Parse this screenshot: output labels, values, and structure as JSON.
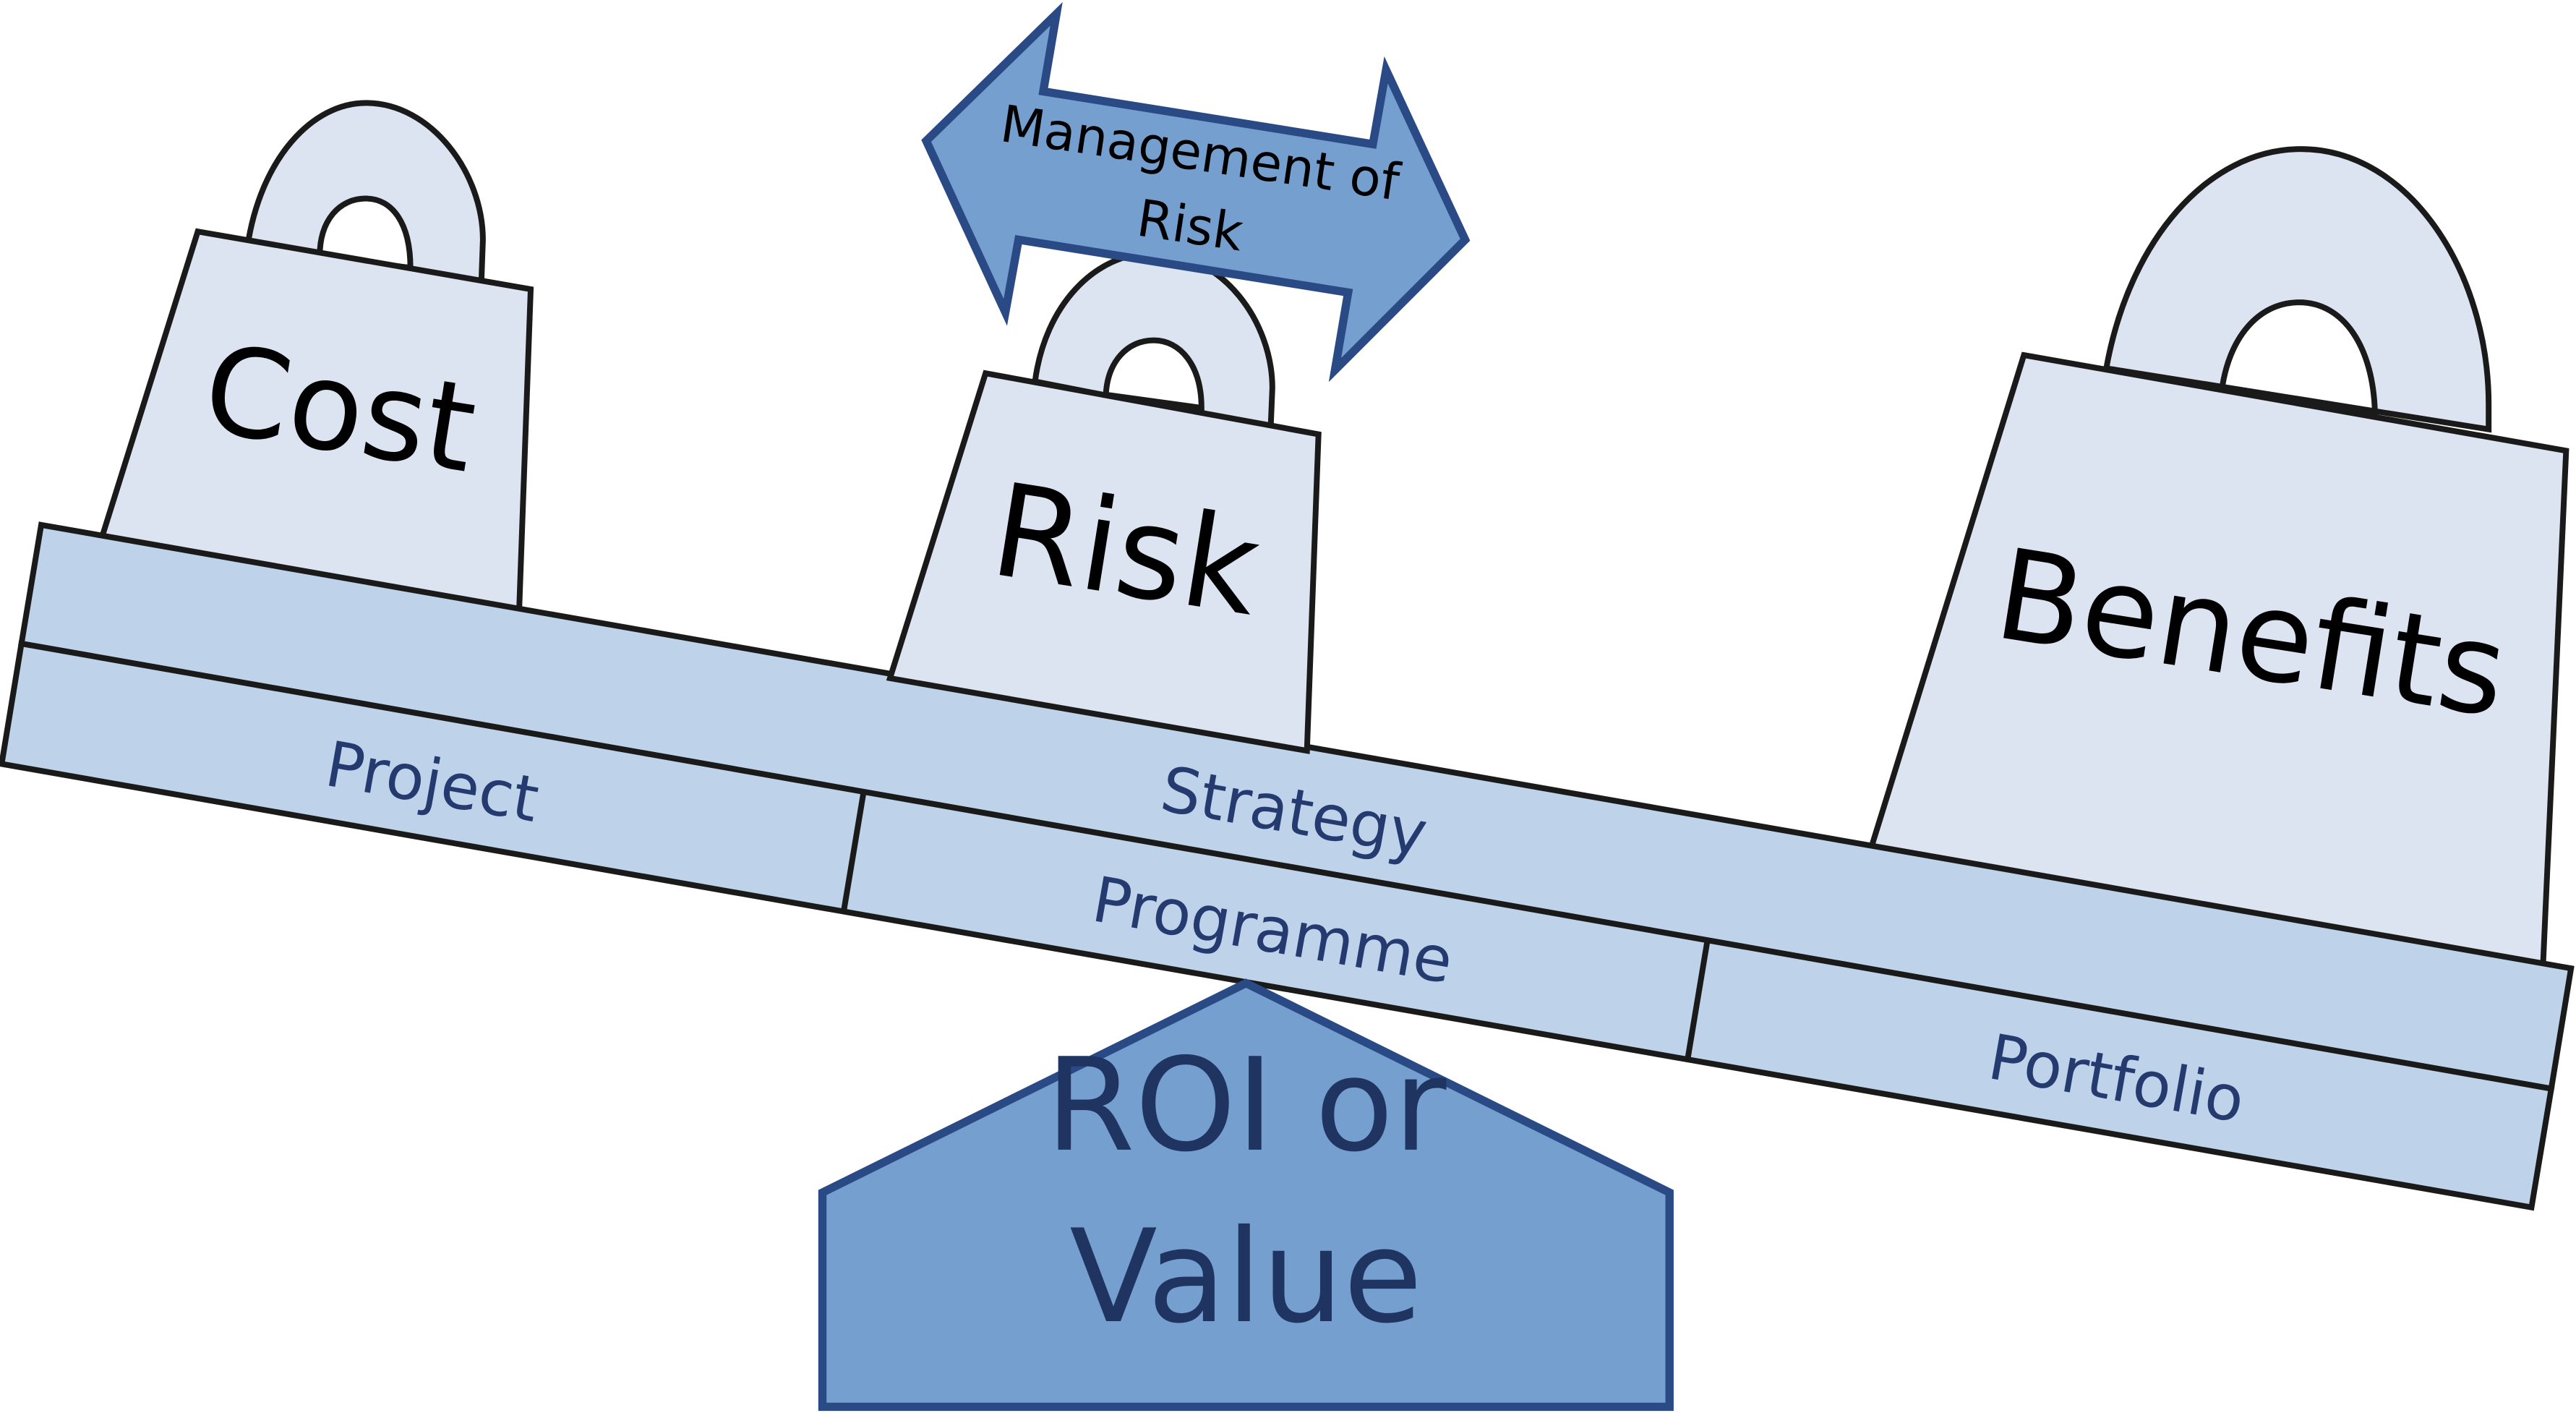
{
  "diagram": {
    "weights": {
      "cost": "Cost",
      "risk": "Risk",
      "benefits": "Benefits"
    },
    "arrow": {
      "line1": "Management of",
      "line2": "Risk"
    },
    "beam": {
      "strategy": "Strategy",
      "project": "Project",
      "programme": "Programme",
      "portfolio": "Portfolio"
    },
    "pivot": {
      "line1": "ROI or",
      "line2": "Value"
    }
  },
  "colors": {
    "weight_fill": "#dce3f1",
    "beam_fill": "#bed3ea",
    "arrow_fill": "#759fcf",
    "pivot_fill": "#759fcf",
    "pivot_text": "#1f3461",
    "beam_text": "#253a6e"
  }
}
